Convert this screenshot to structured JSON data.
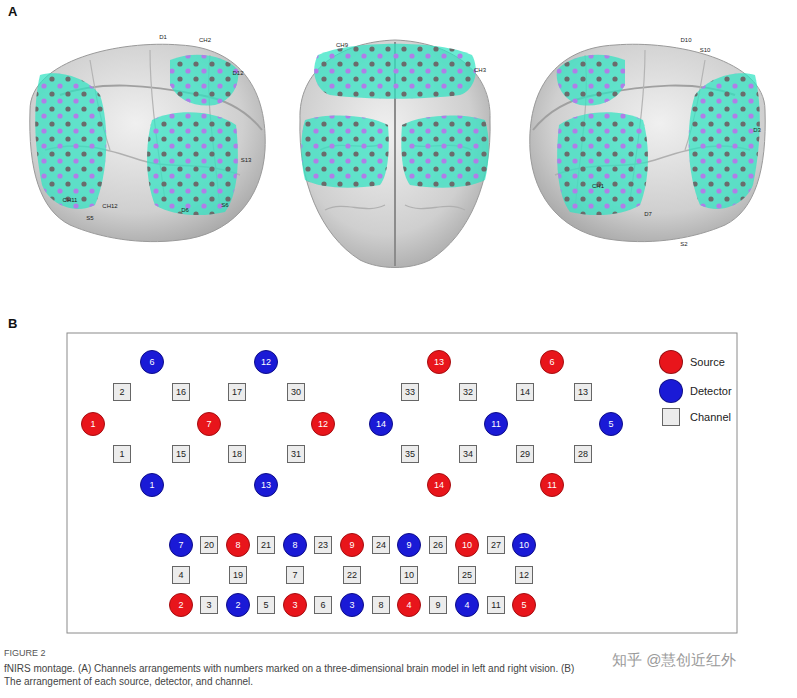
{
  "diagram": {
    "caption": "fNIRS montage. (A) Channels arrangements with numbers marked on a three-dimensional brain model in left and right vision. (B) The arrangement of each source, detector, and channel.",
    "nodes": [
      {
        "text": [
          "6"
        ]
      },
      {
        "text": [
          "12"
        ]
      },
      {
        "text": [
          "13"
        ]
      },
      {
        "text": [
          "6"
        ]
      },
      {
        "text": [
          "2"
        ]
      },
      {
        "text": [
          "16"
        ]
      },
      {
        "text": [
          "17"
        ]
      },
      {
        "text": [
          "30"
        ]
      },
      {
        "text": [
          "33"
        ]
      },
      {
        "text": [
          "32"
        ]
      },
      {
        "text": [
          "14"
        ]
      },
      {
        "text": [
          "13"
        ]
      },
      {
        "text": [
          "1"
        ]
      },
      {
        "text": [
          "7"
        ]
      },
      {
        "text": [
          "12"
        ]
      },
      {
        "text": [
          "14"
        ]
      },
      {
        "text": [
          "11"
        ]
      },
      {
        "text": [
          "5"
        ]
      },
      {
        "text": [
          "1"
        ]
      },
      {
        "text": [
          "15"
        ]
      },
      {
        "text": [
          "18"
        ]
      },
      {
        "text": [
          "31"
        ]
      },
      {
        "text": [
          "35"
        ]
      },
      {
        "text": [
          "34"
        ]
      },
      {
        "text": [
          "29"
        ]
      },
      {
        "text": [
          "28"
        ]
      },
      {
        "text": [
          "1"
        ]
      },
      {
        "text": [
          "13"
        ]
      },
      {
        "text": [
          "14"
        ]
      },
      {
        "text": [
          "11"
        ]
      },
      {
        "text": [
          "7"
        ]
      },
      {
        "text": [
          "20"
        ]
      },
      {
        "text": [
          "8"
        ]
      },
      {
        "text": [
          "21"
        ]
      },
      {
        "text": [
          "8"
        ]
      },
      {
        "text": [
          "23"
        ]
      },
      {
        "text": [
          "9"
        ]
      },
      {
        "text": [
          "24"
        ]
      },
      {
        "text": [
          "9"
        ]
      },
      {
        "text": [
          "26"
        ]
      },
      {
        "text": [
          "10"
        ]
      },
      {
        "text": [
          "27"
        ]
      },
      {
        "text": [
          "10"
        ]
      },
      {
        "text": [
          "4"
        ]
      },
      {
        "text": [
          "19"
        ]
      },
      {
        "text": [
          "7"
        ]
      },
      {
        "text": [
          "22"
        ]
      },
      {
        "text": [
          "10"
        ]
      },
      {
        "text": [
          "25"
        ]
      },
      {
        "text": [
          "12"
        ]
      },
      {
        "text": [
          "2"
        ]
      },
      {
        "text": [
          "3"
        ]
      },
      {
        "text": [
          "2"
        ]
      },
      {
        "text": [
          "5"
        ]
      },
      {
        "text": [
          "3"
        ]
      },
      {
        "text": [
          "6"
        ]
      },
      {
        "text": [
          "3"
        ]
      },
      {
        "text": [
          "8"
        ]
      },
      {
        "text": [
          "4"
        ]
      },
      {
        "text": [
          "9"
        ]
      },
      {
        "text": [
          "4"
        ]
      },
      {
        "text": [
          "11"
        ]
      },
      {
        "text": [
          "5"
        ]
      }
    ],
    "labels": [
      "A",
      "B",
      "FIGURE 2",
      "CH2",
      "D1",
      "D12",
      "S13",
      "D6",
      "S6",
      "CH11",
      "CH12",
      "S5",
      "CH9",
      "CH3",
      "D10",
      "S10",
      "CH1",
      "D3",
      "D7",
      "S2",
      "知乎 @慧创近红外"
    ],
    "legend": [
      {
        "text": "Source",
        "color": "#e8151b"
      },
      {
        "text": "Detector",
        "color": "#1a1ad6"
      },
      {
        "text": "Channel",
        "color": "#ececec"
      }
    ]
  }
}
